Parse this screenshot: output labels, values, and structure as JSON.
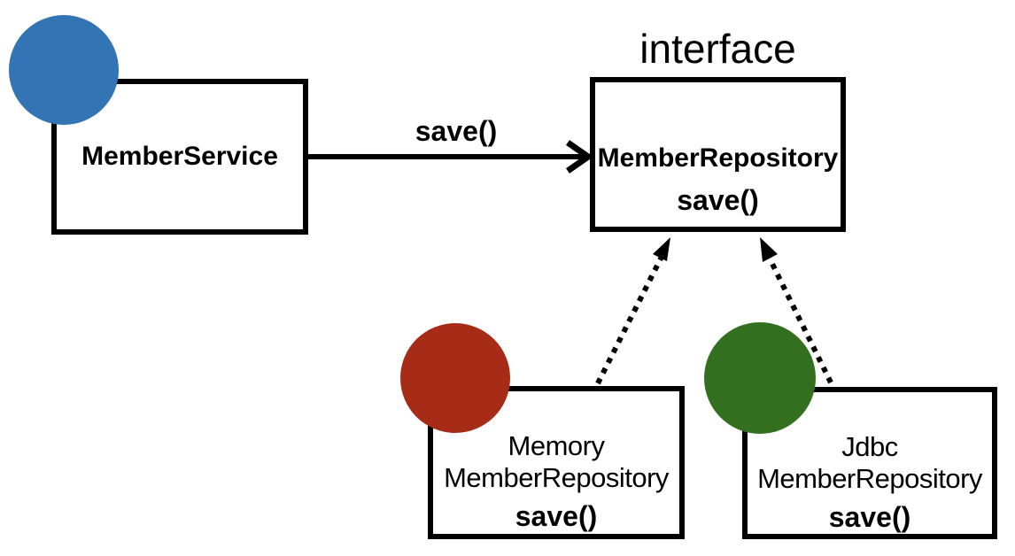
{
  "diagram": {
    "caption_interface": "interface",
    "dependency_arrow_label": "save()",
    "colors": {
      "service_bean": "#3374B5",
      "memory_bean": "#A62C17",
      "jdbc_bean": "#327020",
      "line": "#000000",
      "background": "#FFFFFF"
    },
    "nodes": {
      "member_service": {
        "name": "MemberService"
      },
      "member_repository": {
        "name": "MemberRepository",
        "method": "save()"
      },
      "memory_member_repository": {
        "name_line1": "Memory",
        "name_line2": "MemberRepository",
        "method": "save()"
      },
      "jdbc_member_repository": {
        "name_line1": "Jdbc",
        "name_line2": "MemberRepository",
        "method": "save()"
      }
    }
  }
}
